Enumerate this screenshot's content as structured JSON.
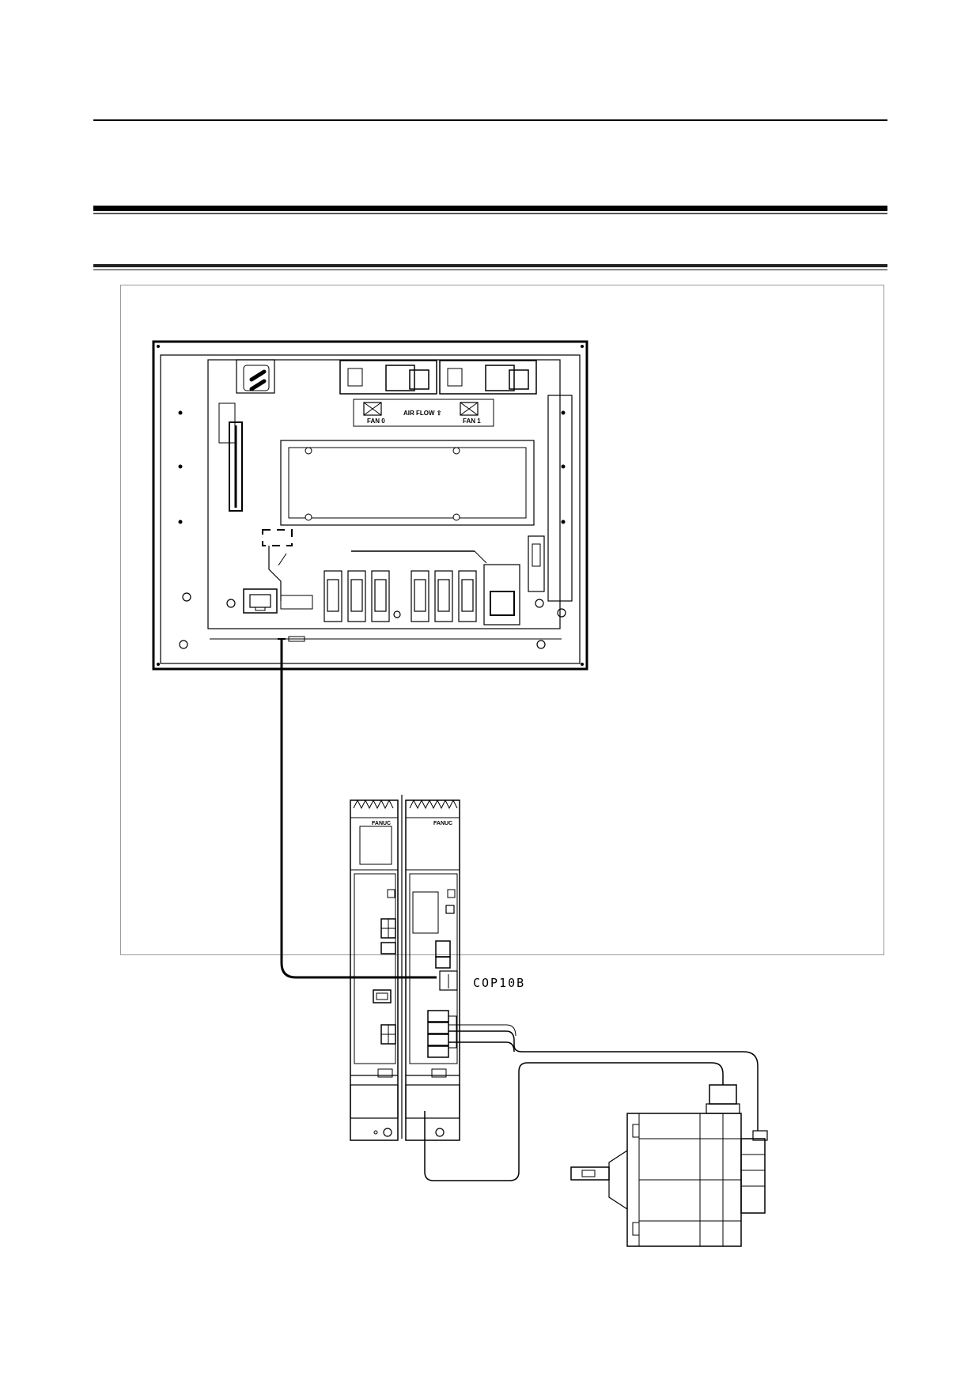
{
  "diagram": {
    "cnc_unit": {
      "fan_labels": [
        "FAN 0",
        "FAN 1"
      ],
      "airflow_label": "AIR FLOW ⇧"
    },
    "amplifier": {
      "brand_labels": [
        "FANUC",
        "FANUC"
      ],
      "connector_label": "COP10B"
    }
  }
}
